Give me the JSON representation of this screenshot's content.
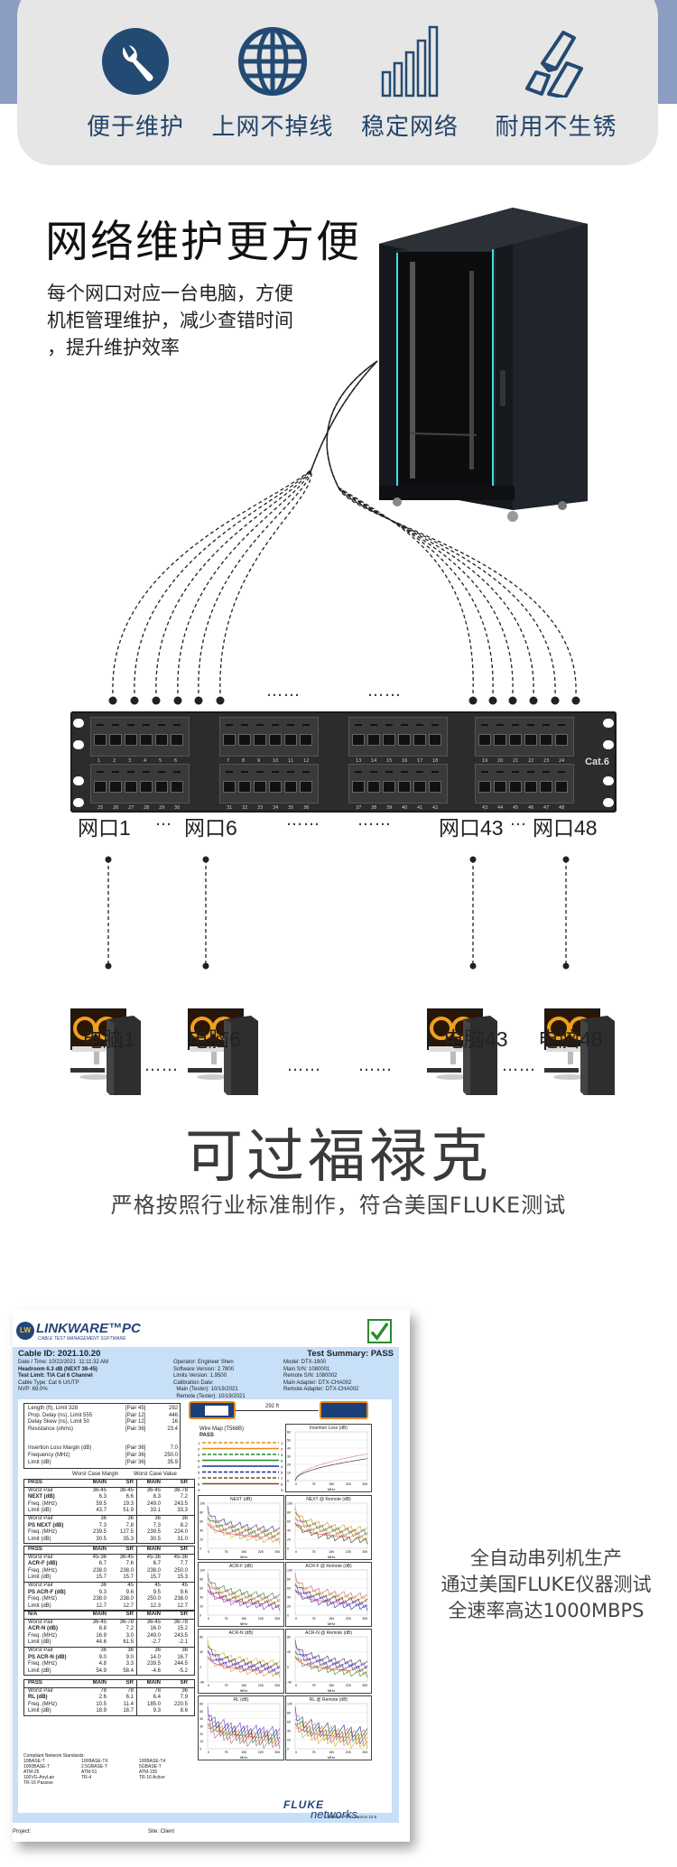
{
  "features": [
    {
      "icon": "wrench-icon",
      "label": "便于维护"
    },
    {
      "icon": "globe-icon",
      "label": "上网不掉线"
    },
    {
      "icon": "signal-bars-icon",
      "label": "稳定网络"
    },
    {
      "icon": "metal-ingots-icon",
      "label": "耐用不生锈"
    }
  ],
  "rack_section": {
    "headline": "网络维护更方便",
    "description_lines": [
      "每个网口对应一台电脑，方便",
      "机柜管理维护，减少查错时间",
      "，提升维护效率"
    ]
  },
  "patch_panel": {
    "badge": "Cat.6",
    "port_numbers_top": [
      "1",
      "2",
      "3",
      "4",
      "5",
      "6",
      "7",
      "8",
      "9",
      "10",
      "11",
      "12",
      "13",
      "14",
      "15",
      "16",
      "17",
      "18",
      "19",
      "20",
      "21",
      "22",
      "23",
      "24"
    ],
    "port_numbers_bottom": [
      "25",
      "26",
      "27",
      "28",
      "29",
      "30",
      "31",
      "32",
      "33",
      "34",
      "35",
      "36",
      "37",
      "38",
      "39",
      "40",
      "41",
      "42",
      "43",
      "44",
      "45",
      "46",
      "47",
      "48"
    ],
    "ellipsis": "……",
    "short_ellipsis": "…",
    "port_labels": [
      "网口1",
      "网口6",
      "网口43",
      "网口48"
    ],
    "pc_labels": [
      "电脑1",
      "电脑6",
      "电脑43",
      "电脑48"
    ]
  },
  "fluke_section": {
    "title": "可过福禄克",
    "subtitle": "严格按照行业标准制作，符合美国FLUKE测试",
    "side_copy": [
      "全自动串列机生产",
      "通过美国FLUKE仪器测试",
      "全速率高达1000MBPS"
    ]
  },
  "report": {
    "logo_mark": "LW",
    "logo_name": "LINKWARE™PC",
    "logo_tagline": "CABLE TEST MANAGEMENT SOFTWARE",
    "status_colors": {
      "pass": "#2a8a2a",
      "header_bg": "#c7dff7",
      "brand": "#24457a"
    },
    "cable_id": "Cable ID: 2021.10.20",
    "test_summary": "Test Summary: PASS",
    "col1": [
      "Date / Time: 10/22/2021  11:11:32 AM",
      "Headroom 6.3 dB (NEXT 36-45)",
      "Test Limit: TIA Cat 6 Channel",
      "Cable Type: Cat 6 U/UTP",
      "NVP: 69.0%"
    ],
    "col2": [
      "Operator: Engineer Shen",
      "Software Version: 2.7800",
      "Limits Version: 1.9500",
      "Calibration Date:",
      "  Main (Tester): 10/19/2021",
      "  Remote (Tester): 10/19/2021"
    ],
    "col3": [
      "Model: DTX-1800",
      "Main S/N: 1080001",
      "Remote S/N: 1080002",
      "Main Adapter: DTX-CHA002",
      "Remote Adapter: DTX-CHA002"
    ],
    "length_rows": [
      [
        "Length (ft), Limit 328",
        "[Pair 45]",
        "292"
      ],
      [
        "Prop. Delay (ns), Limit 555",
        "[Pair 12]",
        "446"
      ],
      [
        "Delay Skew (ns), Limit 50",
        "[Pair 12]",
        "16"
      ],
      [
        "Resistance (ohms)",
        "[Pair 36]",
        "23.4"
      ],
      [
        "",
        "",
        ""
      ],
      [
        "Insertion Loss Margin (dB)",
        "[Pair 36]",
        "7.0"
      ],
      [
        "Frequency (MHz)",
        "[Pair 36]",
        "250.0"
      ],
      [
        "Limit (dB)",
        "[Pair 36]",
        "35.9"
      ]
    ],
    "length_display": "292 ft",
    "worst_case_margin": "Worst Case Margin",
    "worst_case_value": "Worst Case Value",
    "tables": [
      {
        "rows": [
          [
            "PASS",
            "MAIN",
            "SR",
            "MAIN",
            "SR"
          ],
          [
            "Worst Pair",
            "36-45",
            "36-45",
            "36-45",
            "36-78"
          ],
          [
            "NEXT (dB)",
            "6.3",
            "6.6",
            "8.3",
            "7.2"
          ],
          [
            "Freq. (MHz)",
            "59.5",
            "19.3",
            "249.0",
            "243.5"
          ],
          [
            "Limit (dB)",
            "43.7",
            "51.9",
            "33.1",
            "33.3"
          ],
          [
            "Worst Pair",
            "36",
            "36",
            "36",
            "36"
          ],
          [
            "PS NEXT (dB)",
            "7.3",
            "7.8",
            "7.3",
            "8.2"
          ],
          [
            "Freq. (MHz)",
            "239.5",
            "127.5",
            "239.5",
            "224.0"
          ],
          [
            "Limit (dB)",
            "30.5",
            "35.3",
            "30.5",
            "31.0"
          ]
        ]
      },
      {
        "rows": [
          [
            "PASS",
            "MAIN",
            "SR",
            "MAIN",
            "SR"
          ],
          [
            "Worst Pair",
            "45-36",
            "36-45",
            "45-36",
            "45-36"
          ],
          [
            "ACR-F (dB)",
            "6.7",
            "7.6",
            "6.7",
            "7.7"
          ],
          [
            "Freq. (MHz)",
            "238.0",
            "238.0",
            "238.0",
            "250.0"
          ],
          [
            "Limit (dB)",
            "15.7",
            "15.7",
            "15.7",
            "15.3"
          ],
          [
            "Worst Pair",
            "36",
            "45",
            "45",
            "45"
          ],
          [
            "PS ACR-F (dB)",
            "9.3",
            "9.6",
            "9.5",
            "9.6"
          ],
          [
            "Freq. (MHz)",
            "238.0",
            "238.0",
            "250.0",
            "238.0"
          ],
          [
            "Limit (dB)",
            "12.7",
            "12.7",
            "12.3",
            "12.7"
          ]
        ]
      },
      {
        "rows": [
          [
            "N/A",
            "MAIN",
            "SR",
            "MAIN",
            "SR"
          ],
          [
            "Worst Pair",
            "36-45",
            "36-78",
            "36-45",
            "36-78"
          ],
          [
            "ACR-N (dB)",
            "8.8",
            "7.2",
            "16.0",
            "15.2"
          ],
          [
            "Freq. (MHz)",
            "16.9",
            "3.0",
            "249.0",
            "243.5"
          ],
          [
            "Limit (dB)",
            "44.6",
            "61.5",
            "-2.7",
            "-2.1"
          ],
          [
            "Worst Pair",
            "36",
            "36",
            "36",
            "36"
          ],
          [
            "PS ACR-N (dB)",
            "9.0",
            "9.0",
            "14.0",
            "16.7"
          ],
          [
            "Freq. (MHz)",
            "4.8",
            "3.3",
            "239.5",
            "244.5"
          ],
          [
            "Limit (dB)",
            "54.9",
            "58.4",
            "-4.6",
            "-5.2"
          ]
        ]
      },
      {
        "rows": [
          [
            "PASS",
            "MAIN",
            "SR",
            "MAIN",
            "SR"
          ],
          [
            "Worst Pair",
            "78",
            "78",
            "78",
            "36"
          ],
          [
            "RL (dB)",
            "2.6",
            "6.1",
            "6.4",
            "7.9"
          ],
          [
            "Freq. (MHz)",
            "10.5",
            "11.4",
            "185.0",
            "220.5"
          ],
          [
            "Limit (dB)",
            "18.9",
            "18.7",
            "9.3",
            "8.6"
          ]
        ]
      }
    ],
    "standards_title": "Compliant Network Standards:",
    "standards": [
      [
        "10BASE-T",
        "100BASE-TX",
        "100BASE-T4"
      ],
      [
        "1000BASE-T",
        "2.5GBASE-T",
        "5GBASE-T"
      ],
      [
        "ATM-25",
        "ATM-51",
        "ATM-155"
      ],
      [
        "100VG-AnyLan",
        "TR-4",
        "TR-16 Active"
      ],
      [
        "TR-16 Passive",
        "",
        ""
      ]
    ],
    "wire_map_title": "Wire Map (T568B)",
    "wire_map_status": "PASS",
    "wire_pairs": [
      "1",
      "2",
      "3",
      "6",
      "4",
      "5",
      "7",
      "8",
      "S"
    ],
    "charts": [
      {
        "title": "Insertion Loss (dB)",
        "y_ticks": [
          "60",
          "50",
          "40",
          "30",
          "20",
          "10",
          "0"
        ],
        "x_ticks": [
          "0",
          "75",
          "150",
          "225",
          "300"
        ],
        "xlabel": "MHz"
      },
      {
        "title": "NEXT (dB)",
        "y_ticks": [
          "100",
          "80",
          "60",
          "40",
          "20",
          "0"
        ],
        "x_ticks": [
          "0",
          "75",
          "150",
          "225",
          "300"
        ],
        "xlabel": "MHz"
      },
      {
        "title": "NEXT @ Remote (dB)",
        "y_ticks": [
          "100",
          "80",
          "60",
          "40",
          "20",
          "0"
        ],
        "x_ticks": [
          "0",
          "75",
          "150",
          "225",
          "300"
        ],
        "xlabel": "MHz"
      },
      {
        "title": "ACR-F (dB)",
        "y_ticks": [
          "100",
          "80",
          "60",
          "40",
          "20",
          "0"
        ],
        "x_ticks": [
          "0",
          "75",
          "150",
          "225",
          "300"
        ],
        "xlabel": "MHz"
      },
      {
        "title": "ACR-F @ Remote (dB)",
        "y_ticks": [
          "100",
          "80",
          "60",
          "40",
          "20",
          "0"
        ],
        "x_ticks": [
          "0",
          "75",
          "150",
          "225",
          "300"
        ],
        "xlabel": "MHz"
      },
      {
        "title": "ACR-N (dB)",
        "y_ticks": [
          "80",
          "40",
          "0",
          "-40"
        ],
        "x_ticks": [
          "0",
          "75",
          "150",
          "225",
          "300"
        ],
        "xlabel": "MHz"
      },
      {
        "title": "ACR-N @ Remote (dB)",
        "y_ticks": [
          "80",
          "40",
          "0",
          "-40"
        ],
        "x_ticks": [
          "0",
          "75",
          "150",
          "225",
          "300"
        ],
        "xlabel": "MHz"
      },
      {
        "title": "RL (dB)",
        "y_ticks": [
          "60",
          "50",
          "40",
          "30",
          "20",
          "10",
          "0"
        ],
        "x_ticks": [
          "0",
          "75",
          "150",
          "225",
          "300"
        ],
        "xlabel": "MHz"
      },
      {
        "title": "RL @ Remote (dB)",
        "y_ticks": [
          "100",
          "80",
          "60",
          "40",
          "20",
          "0"
        ],
        "x_ticks": [
          "0",
          "75",
          "150",
          "225",
          "300"
        ],
        "xlabel": "MHz"
      }
    ],
    "version": "LinkWare™ PC Version 10.5",
    "project": "Project:",
    "site": "Site: Client",
    "fluke_brand_1": "FLUKE",
    "fluke_brand_2": "networks."
  }
}
